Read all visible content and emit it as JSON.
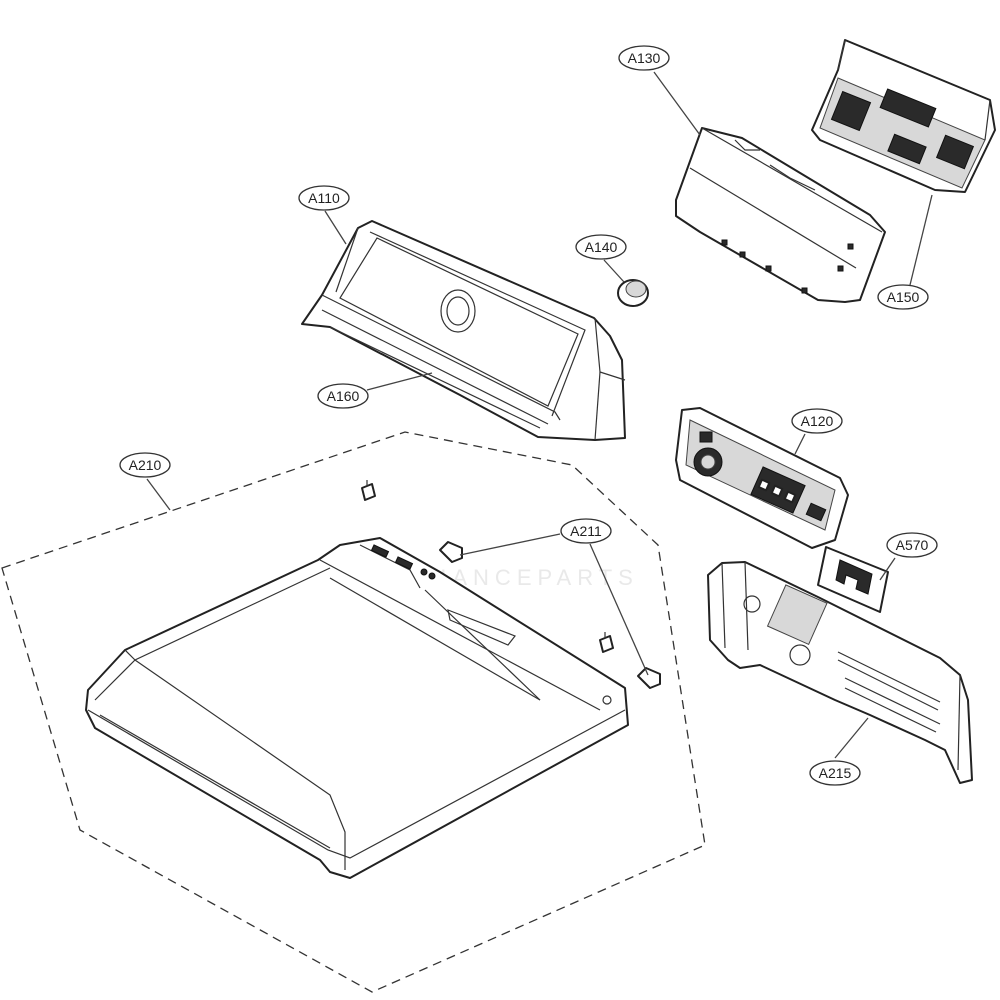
{
  "labels": {
    "a110": "A110",
    "a120": "A120",
    "a130": "A130",
    "a140": "A140",
    "a150": "A150",
    "a160": "A160",
    "a210": "A210",
    "a211": "A211",
    "a215": "A215",
    "a570": "A570"
  },
  "watermark": "APPLIANCEPARTS"
}
